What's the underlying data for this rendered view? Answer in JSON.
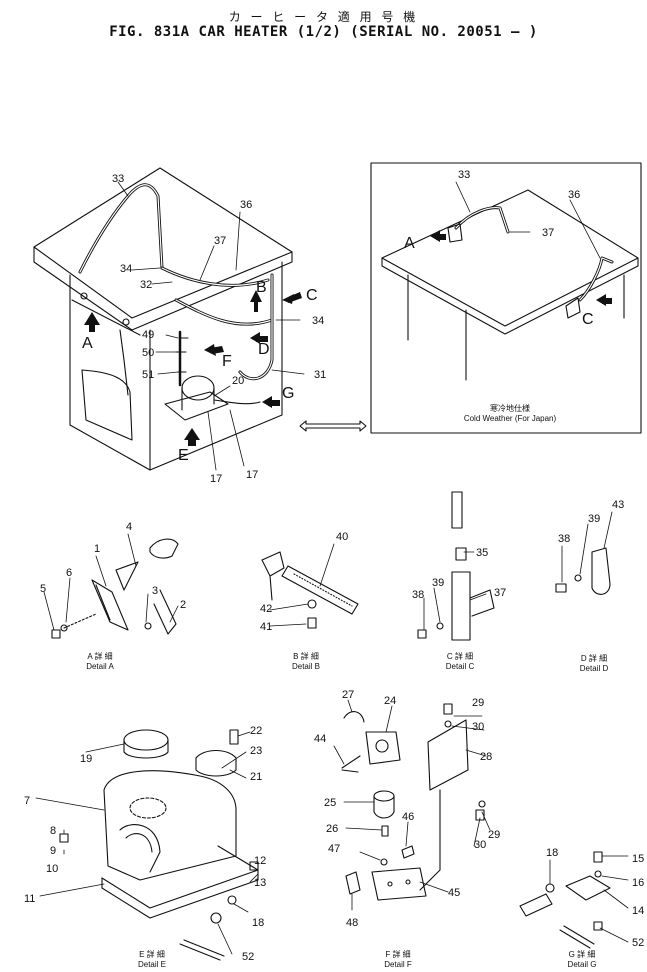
{
  "header": {
    "japanese_title": "カ ー ヒ ー タ   適 用 号 機",
    "title": "FIG. 831A  CAR HEATER (1/2) (SERIAL NO. 20051 – )"
  },
  "inset": {
    "caption_jp": "寒冷地仕様",
    "caption": "Cold Weather (For Japan)"
  },
  "view_letters": [
    "A",
    "B",
    "C",
    "D",
    "E",
    "F",
    "G"
  ],
  "details": {
    "a": {
      "jp": "A 詳 細",
      "en": "Detail  A"
    },
    "b": {
      "jp": "B 詳 細",
      "en": "Detail  B"
    },
    "c": {
      "jp": "C 詳 細",
      "en": "Detail  C"
    },
    "d": {
      "jp": "D 詳 細",
      "en": "Detail  D"
    },
    "e": {
      "jp": "E 詳 細",
      "en": "Detail  E"
    },
    "f": {
      "jp": "F 詳 細",
      "en": "Detail  F"
    },
    "g": {
      "jp": "G 詳 細",
      "en": "Detail  G"
    }
  },
  "callouts": [
    "1",
    "2",
    "3",
    "4",
    "5",
    "6",
    "7",
    "8",
    "9",
    "10",
    "11",
    "12",
    "13",
    "14",
    "15",
    "16",
    "17",
    "18",
    "19",
    "20",
    "21",
    "22",
    "23",
    "24",
    "25",
    "26",
    "27",
    "28",
    "29",
    "30",
    "31",
    "32",
    "33",
    "34",
    "35",
    "36",
    "37",
    "38",
    "39",
    "40",
    "41",
    "42",
    "43",
    "44",
    "45",
    "46",
    "47",
    "48",
    "49",
    "50",
    "51",
    "52"
  ]
}
